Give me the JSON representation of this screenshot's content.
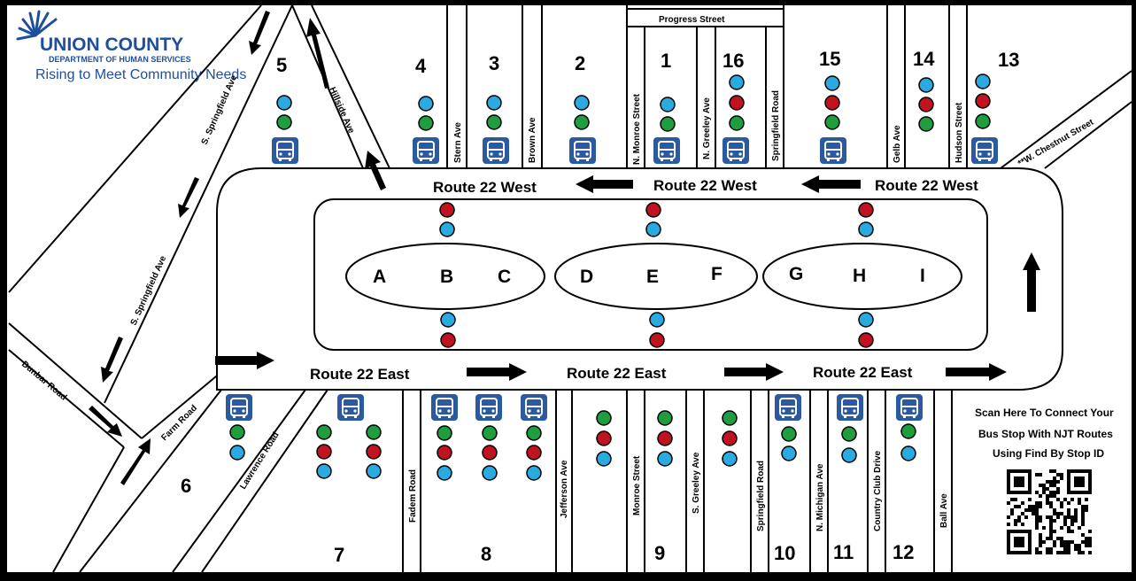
{
  "logo": {
    "org": "UNION COUNTY",
    "dept": "DEPARTMENT OF HUMAN SERVICES",
    "tagline": "Rising to Meet Community Needs"
  },
  "routes": {
    "west": "Route 22 West",
    "east": "Route 22 East"
  },
  "letters": [
    "A",
    "B",
    "C",
    "D",
    "E",
    "F",
    "G",
    "H",
    "I"
  ],
  "streets": {
    "progress": "Progress Street",
    "stern": "Stern Ave",
    "brown": "Brown Ave",
    "n_monroe": "N. Monroe Street",
    "n_greeley": "N. Greeley Ave",
    "springfield_road_n": "Springfield Road",
    "gelb": "Gelb Ave",
    "hudson": "Hudson Street",
    "w_chestnut": "**W. Chestnut Street",
    "hillside": "Hillside Ave",
    "s_springfield_1": "S. Springfield Ave",
    "s_springfield_2": "S. Springfield Ave",
    "dunbar": "Dunbar Road",
    "farm": "Farm Road",
    "lawrence": "Lawrence Road",
    "fadem": "Fadem Road",
    "jefferson": "Jefferson Ave",
    "monroe": "Monroe Street",
    "s_greeley": "S. Greeley Ave",
    "springfield_road_s": "Springfield Road",
    "n_michigan": "N. Michigan Ave",
    "country_club": "Country Club Drive",
    "ball": "Ball Ave"
  },
  "stops": {
    "n5": "5",
    "n4": "4",
    "n3": "3",
    "n2": "2",
    "n1": "1",
    "n16": "16",
    "n15": "15",
    "n14": "14",
    "n13": "13",
    "n6": "6",
    "n7": "7",
    "n8": "8",
    "n9": "9",
    "n10": "10",
    "n11": "11",
    "n12": "12"
  },
  "qr": {
    "line1": "Scan Here To Connect Your",
    "line2": "Bus Stop With NJT Routes",
    "line3": "Using Find By Stop ID"
  },
  "colors": {
    "blue": "#29abe2",
    "red": "#c1121f",
    "green": "#1e9e3e",
    "bus": "#2c5aa0",
    "logo_blue": "#1f4e9c"
  }
}
